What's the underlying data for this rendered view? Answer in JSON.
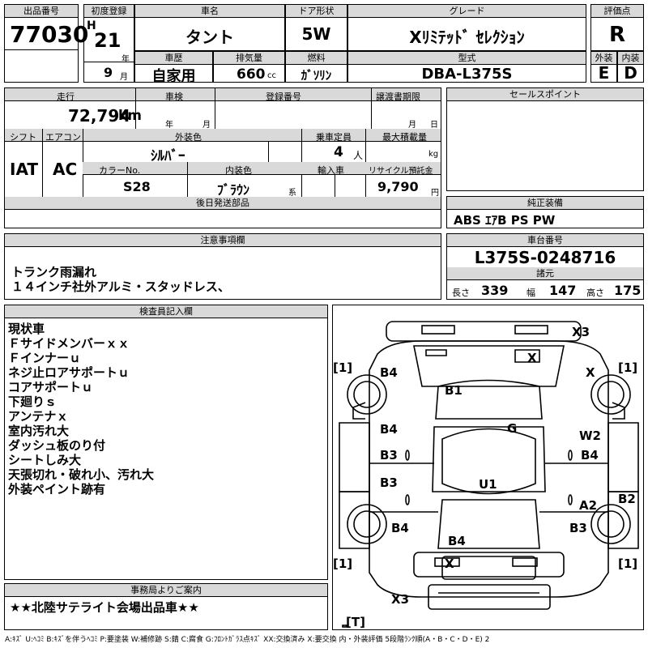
{
  "header_labels": {
    "lot_no": "出品番号",
    "first_reg": "初度登録",
    "car_name": "車名",
    "door": "ドア形状",
    "grade": "グレード",
    "rating": "評価点",
    "history": "車歴",
    "displacement": "排気量",
    "fuel": "燃料",
    "model": "型式",
    "ext": "外装",
    "int": "内装",
    "mileage": "走行",
    "inspection": "車検",
    "reg_no": "登録番号",
    "transfer_deadline": "譲渡書期限",
    "sales_point": "セールスポイント",
    "shift": "シフト",
    "aircon": "エアコン",
    "ext_color": "外装色",
    "capacity": "乗車定員",
    "max_load": "最大積載量",
    "color_no": "カラーNo.",
    "int_color": "内装色",
    "import": "輸入車",
    "recycle": "リサイクル預託金",
    "later_parts": "後日発送部品",
    "genuine_equip": "純正装備",
    "cautions": "注意事項欄",
    "chassis_no": "車台番号",
    "dimensions": "諸元",
    "inspector_notes": "検査員記入欄",
    "office_notes": "事務局よりご案内"
  },
  "lot_no": "77030",
  "era": "H",
  "year": "21",
  "year_unit": "年",
  "month": "9",
  "month_unit": "月",
  "car_name": "タント",
  "door": "5W",
  "grade": "Xﾘﾐﾃｯﾄﾞ ｾﾚｸｼｮﾝ",
  "rating": "R",
  "history": "自家用",
  "displacement": "660",
  "displacement_unit": "cc",
  "fuel": "ｶﾞｿﾘﾝ",
  "model": "DBA-L375S",
  "ext_grade": "E",
  "int_grade": "D",
  "mileage": "72,794",
  "mileage_unit": "km",
  "insp_year_unit": "年",
  "insp_month_unit": "月",
  "td_month_unit": "月",
  "td_day_unit": "日",
  "shift": "IAT",
  "aircon": "AC",
  "ext_color": "ｼﾙﾊﾞｰ",
  "capacity": "4",
  "capacity_unit": "人",
  "max_load_unit": "kg",
  "color_no": "S28",
  "int_color": "ﾌﾞﾗｳﾝ",
  "int_color_unit": "系",
  "recycle": "9,790",
  "recycle_unit": "円",
  "genuine_equip": "ABS ｴｱB PS PW",
  "caution_lines": [
    "トランク雨漏れ",
    "１４インチ社外アルミ・スタッドレス、"
  ],
  "chassis_no": "L375S-0248716",
  "dim_length_label": "長さ",
  "dim_length": "339",
  "dim_width_label": "幅",
  "dim_width": "147",
  "dim_height_label": "高さ",
  "dim_height": "175",
  "inspector_lines": [
    "現状車",
    "Ｆサイドメンバーｘｘ",
    "Ｆインナーｕ",
    "ネジ止ロアサポートｕ",
    "コアサポートｕ",
    "下廻りｓ",
    "アンテナｘ",
    "室内汚れ大",
    "ダッシュ板のり付",
    "シートしみ大",
    "天張切れ・破れ小、汚れ大",
    "外装ペイント跡有"
  ],
  "office_note": "★★北陸サテライト会場出品車★★",
  "damage_marks": [
    "X3",
    "X",
    "B4",
    "X",
    "B1",
    "G",
    "B4",
    "W2",
    "B3",
    "B4",
    "B3",
    "U1",
    "B2",
    "A2",
    "B4",
    "B3",
    "B4",
    "X",
    "X3",
    "[1]",
    "[1]",
    "[1]",
    "[1]",
    "[T]"
  ],
  "footer": "A:ｷｽﾞ U:ﾍｺﾐ B:ｷｽﾞを伴うﾍｺﾐ P:要塗装 W:補修跡 S:錆 C:腐食 G:ﾌﾛﾝﾄｶﾞﾗｽ点ｷｽﾞ XX:交換済み X:要交換 内・外装評価 5段階ﾗﾝｸ順(A・B・C・D・E) 2"
}
